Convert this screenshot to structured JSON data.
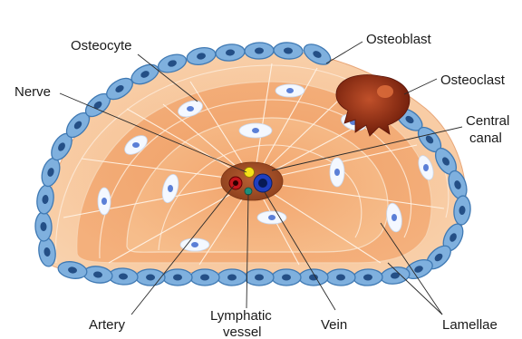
{
  "diagram": {
    "labels": {
      "osteocyte": "Osteocyte",
      "osteoblast": "Osteoblast",
      "osteoclast": "Osteoclast",
      "nerve": "Nerve",
      "central_canal_line1": "Central",
      "central_canal_line2": "canal",
      "artery": "Artery",
      "lymphatic_line1": "Lymphatic",
      "lymphatic_line2": "vessel",
      "vein": "Vein",
      "lamellae": "Lamellae"
    },
    "colors": {
      "outer_lamella": "#f7c9a0",
      "inner_lamella": "#f3a874",
      "core_lamella": "#ee9a62",
      "osteoblast": "#7fb0de",
      "osteoclast": "#8a2a10",
      "central_canal": "#d2691e",
      "nerve": "#f5e21a",
      "artery": "#c4161c",
      "vein": "#1f3fbf",
      "lymphatic": "#1f8f7a"
    }
  }
}
